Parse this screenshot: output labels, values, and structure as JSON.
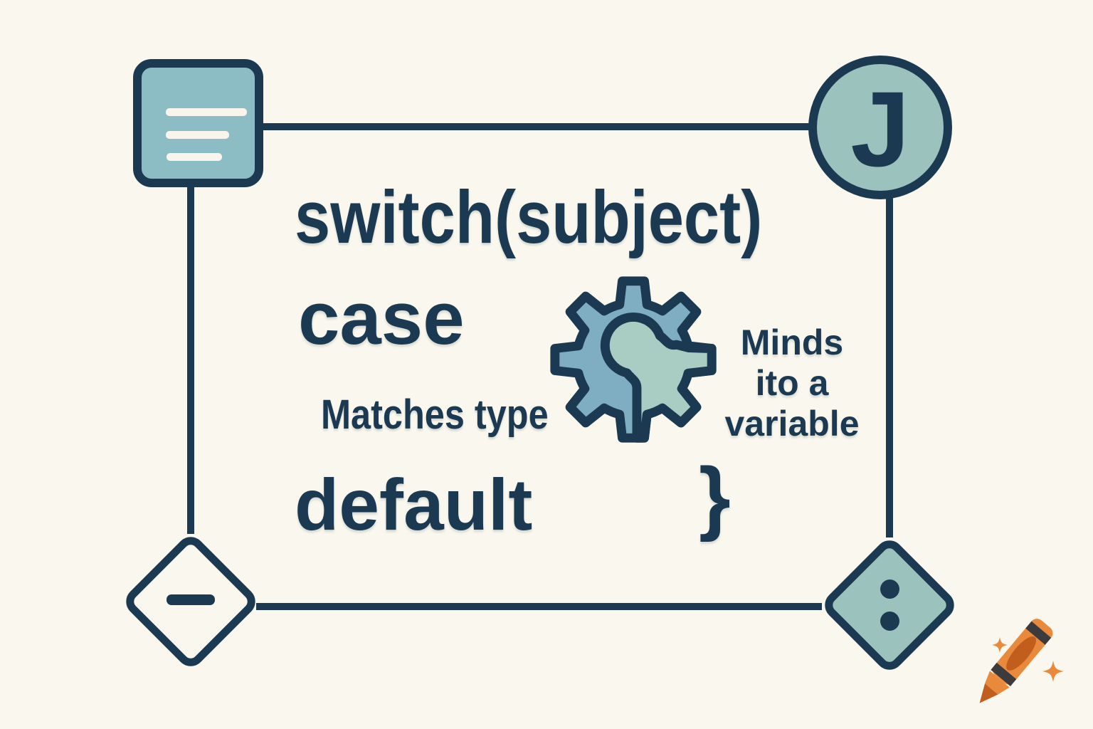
{
  "colors": {
    "bg": "#FAF8EE",
    "ink": "#1B3A52",
    "node-fill": "#8CBCC4",
    "node-fill-sage": "#9CC2BD",
    "gear-blue": "#7FAEC2",
    "puzzle-green": "#A9CCC3",
    "bar-white": "#F7F5EC",
    "diamond-cream": "#FAF8EE",
    "crayon-orange": "#E8893B",
    "crayon-dark": "#C25E1D",
    "crayon-band": "#3B3B3D"
  },
  "nodes": {
    "junction_label": "J"
  },
  "code": {
    "switch_line": "switch(subject)",
    "case_keyword": "case",
    "case_annotation": "Matches type",
    "bind_annotation_line1": "Minds",
    "bind_annotation_line2": "ito a",
    "bind_annotation_line3": "variable",
    "default_keyword": "default",
    "closing_brace": "}"
  },
  "icons": {
    "document_node": "list-lines-icon",
    "decision_minus_node": "minus-icon",
    "decision_colon_node": "colon-icon",
    "gear_puzzle": "gear-puzzle-icon",
    "watermark": "crayon-sparkle-icon"
  }
}
